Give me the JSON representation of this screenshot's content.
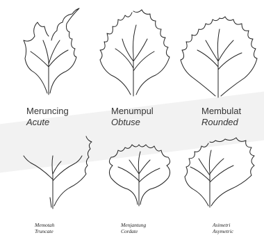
{
  "figure": {
    "top_row": [
      {
        "label": "Meruncing",
        "label_en": "Acute"
      },
      {
        "label": "Menumpul",
        "label_en": "Obtuse"
      },
      {
        "label": "Membulat",
        "label_en": "Rounded"
      }
    ],
    "bottom_row": [
      {
        "label": "Memotah",
        "label_en": "Truncate"
      },
      {
        "label": "Menjantung",
        "label_en": "Cordate"
      },
      {
        "label": "Asimetri",
        "label_en": "Asymetric"
      }
    ]
  }
}
